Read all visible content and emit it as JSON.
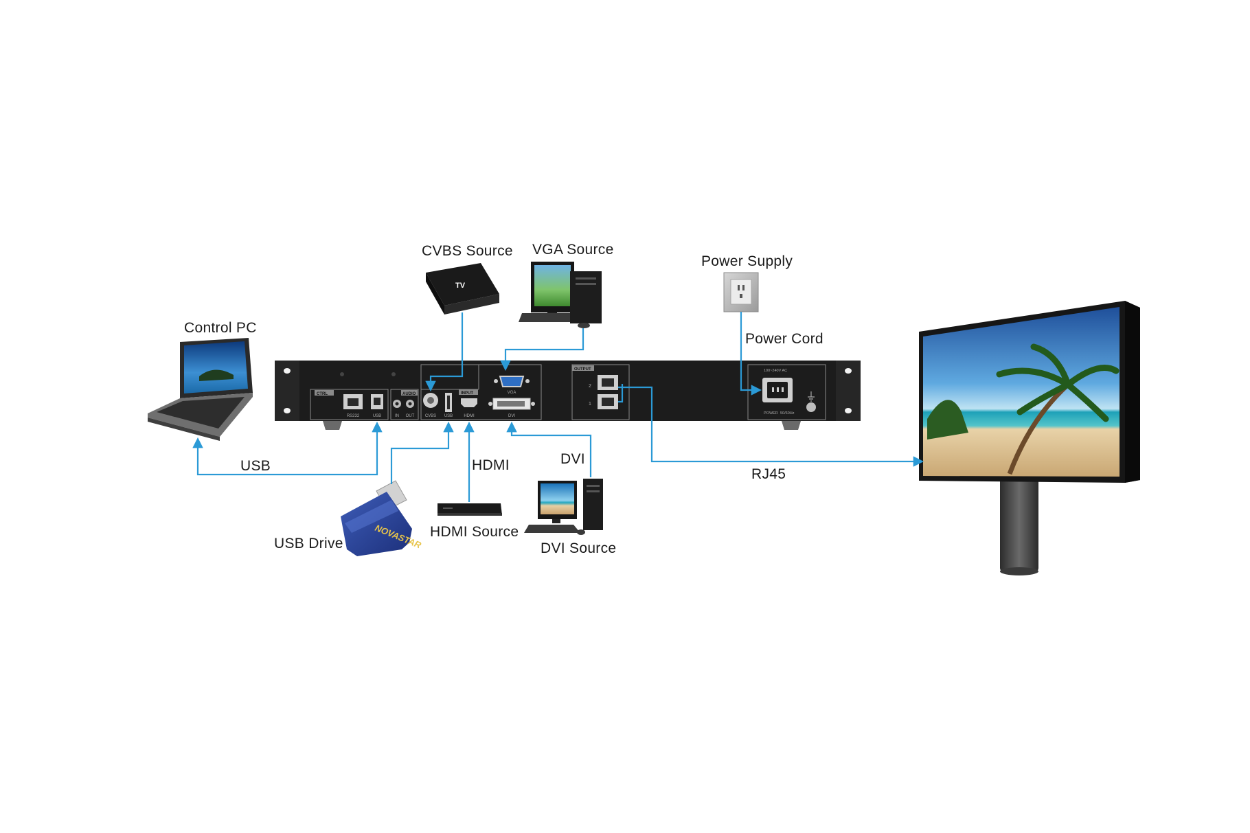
{
  "labels": {
    "control_pc": "Control PC",
    "cvbs_source": "CVBS Source",
    "vga_source": "VGA Source",
    "power_supply": "Power Supply",
    "power_cord": "Power Cord",
    "usb": "USB",
    "hdmi": "HDMI",
    "dvi": "DVI",
    "rj45": "RJ45",
    "usb_drive": "USB Drive",
    "hdmi_source": "HDMI Source",
    "dvi_source": "DVI Source"
  },
  "device": {
    "ctrl": "CTRL",
    "audio": "AUDIO",
    "input": "INPUT",
    "output": "OUTPUT",
    "rs232": "RS232",
    "usb_port": "USB",
    "in": "IN",
    "out": "OUT",
    "cvbs": "CVBS",
    "usb_in": "USB",
    "hdmi_port": "HDMI",
    "vga": "VGA",
    "dvi_port": "DVI",
    "port_2": "2",
    "port_1": "1",
    "ac_range": "100~240V AC",
    "power": "POWER",
    "freq": "50/60Hz"
  },
  "tv_box_text": "TV",
  "usb_brand": "NOVASTAR",
  "colors": {
    "cable": "#2b9ad6",
    "device_body": "#1c1c1c",
    "panel_line": "#8a8a8a"
  }
}
